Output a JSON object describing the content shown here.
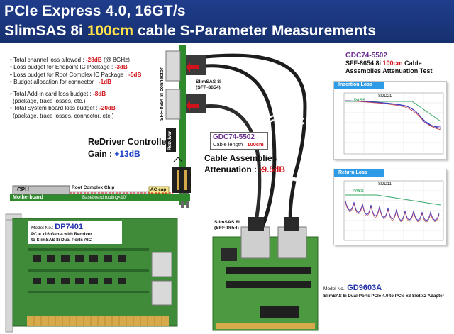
{
  "header": {
    "line1": "PCIe Express 4.0, 16GT/s",
    "line2_pre": "SlimSAS 8i ",
    "line2_hl": "100cm",
    "line2_post": " cable S-Parameter Measurements"
  },
  "specs": [
    {
      "text": "• Total channel loss allowed : ",
      "value": "-28dB",
      "suffix": " (@ 8GHz)"
    },
    {
      "text": "• Loss budget for Endpoint IC Package : ",
      "value": "-3dB",
      "suffix": ""
    },
    {
      "text": "• Loss budget for Root Complex IC Package : ",
      "value": "-5dB",
      "suffix": ""
    },
    {
      "text": "• Budget allocation for connector : ",
      "value": "-1dB",
      "suffix": ""
    },
    {
      "text": "• Total Add-in card loss budget : ",
      "value": "-8dB",
      "suffix": ""
    },
    {
      "text": "  (package, trace losses, etc.)",
      "value": "",
      "suffix": ""
    },
    {
      "text": "• Total System board loss budget : ",
      "value": "-20dB",
      "suffix": ""
    },
    {
      "text": "  (package, trace losses, connector, etc.)",
      "value": "",
      "suffix": ""
    }
  ],
  "diagram": {
    "connector_label": "SFF-8654 8i connector",
    "slimsas_top_a": "SlimSAS 8i",
    "slimsas_top_b": "(SFF-8654)",
    "redriver_vlabel": "ReDriver",
    "cpu_label": "CPU",
    "root_complex": "Root Complex Chip",
    "baseboard": "Baseboard routing<10\"",
    "ac_cap": "AC cap",
    "motherboard": "Motherboard",
    "slimsas_bottom_a": "SlimSAS 8i",
    "slimsas_bottom_b": "(SFF-8654)"
  },
  "redriver": {
    "title": "ReDriver Controller",
    "gain_label": "Gain : ",
    "gain_value": "+13dB"
  },
  "cable_box": {
    "model": "GDC74-5502",
    "length_label": "Cable length : ",
    "length_value": "100cm"
  },
  "cable_att": {
    "line1": "Cable Assemblies",
    "line2_label": "Attenuation : ",
    "line2_value": "-9.5dB"
  },
  "right_title": {
    "model": "GDC74-5502",
    "line1_pre": "SFF-8654 8i ",
    "line1_hl": "100cm",
    "line1_post": " Cable",
    "line2": "Assemblies Attenuation Test"
  },
  "charts": {
    "insertion": {
      "tab": "Insertion Loss",
      "plot_title": "SDD21",
      "pass": "PASS"
    },
    "return": {
      "tab": "Return Loss",
      "plot_title": "SDD11",
      "pass": "PASS"
    }
  },
  "model_left": {
    "prefix": "Model No.: ",
    "model": "DP7401",
    "line1": "PCIe x16 Gen 4 with Redriver",
    "line2": "to SlimSAS 8i Dual Ports AIC"
  },
  "model_right": {
    "prefix": "Model No.: ",
    "model": "GD9603A",
    "line1": "SlimSAS 8i Dual-Ports PCIe 4.0 to PCIe x8 Slot x2 Adapter"
  },
  "colors": {
    "header_bg": "#1f3d8c",
    "highlight": "#ffe14a",
    "red": "#d3131b",
    "blue": "#1a3fc7",
    "purple": "#6a2c8f",
    "pcb_green": "#3f8b3a",
    "motherboard_green": "#2e8a2c"
  }
}
